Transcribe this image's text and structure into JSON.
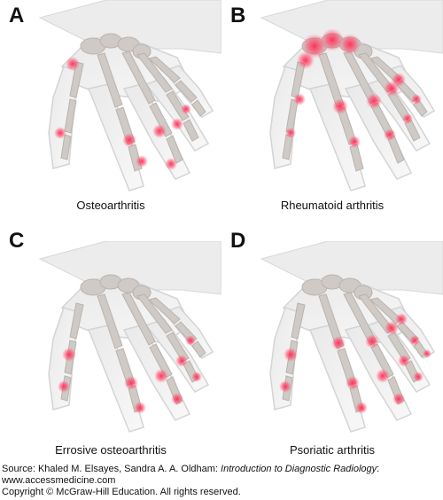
{
  "panels": [
    {
      "letter": "A",
      "caption": "Osteoarthritis"
    },
    {
      "letter": "B",
      "caption": "Rheumatoid arthritis"
    },
    {
      "letter": "C",
      "caption": "Errosive osteoarthritis"
    },
    {
      "letter": "D",
      "caption": "Psoriatic arthritis"
    }
  ],
  "source": {
    "prefix": "Source: Khaled M. Elsayes, Sandra A. A. Oldham: ",
    "title": "Introduction to Diagnostic Radiology",
    "suffix": ":",
    "website": "www.accessmedicine.com",
    "copyright": "Copyright © McGraw-Hill Education. All rights reserved."
  },
  "colors": {
    "highlight": "#ff3b5c",
    "bone": "#cfcac6",
    "skin": "#f2f2f2"
  }
}
